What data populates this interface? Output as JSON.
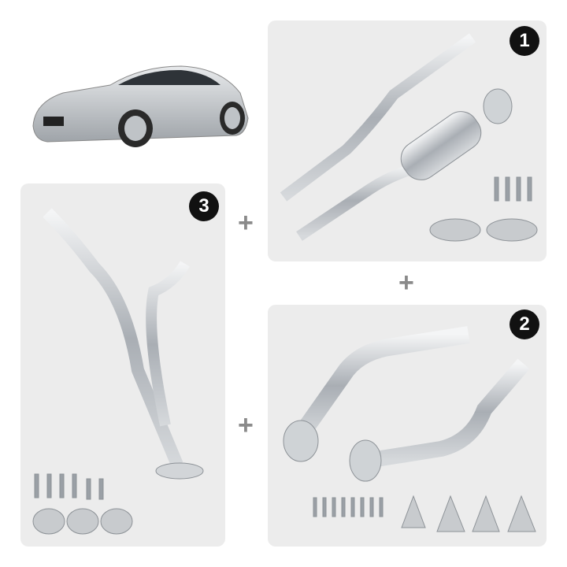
{
  "badges": {
    "kit1": "1",
    "kit2": "2",
    "kit3": "3"
  },
  "plus_sign": "+",
  "colors": {
    "panel": "#ececec",
    "badge": "#111111",
    "plus": "#8a8a8a",
    "car": "#c9ccd0",
    "steel": "#b9bec4"
  }
}
